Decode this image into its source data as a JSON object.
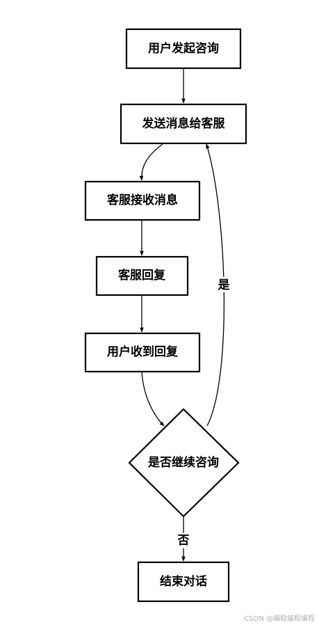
{
  "nodes": {
    "start": "用户发起咨询",
    "send": "发送消息给客服",
    "receive": "客服接收消息",
    "reply": "客服回复",
    "user_receive": "用户收到回复",
    "decision": "是否继续咨询",
    "end": "结束对话"
  },
  "edges": {
    "yes_label": "是",
    "no_label": "否"
  },
  "watermark": "CSDN @编程编程编程"
}
